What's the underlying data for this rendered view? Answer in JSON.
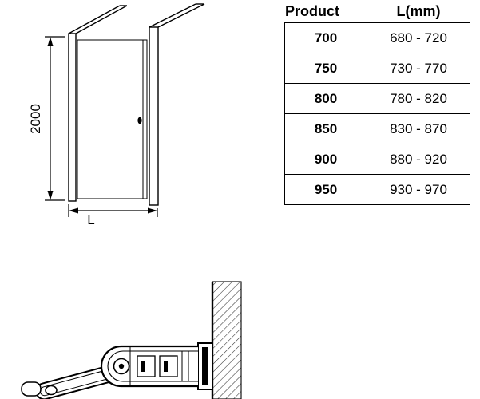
{
  "diagram": {
    "height_dimension_label": "2000",
    "width_dimension_label": "L"
  },
  "table": {
    "headers": [
      "Product",
      "L(mm)"
    ],
    "rows": [
      [
        "700",
        "680 - 720"
      ],
      [
        "750",
        "730 - 770"
      ],
      [
        "800",
        "780 - 820"
      ],
      [
        "850",
        "830 - 870"
      ],
      [
        "900",
        "880 - 920"
      ],
      [
        "950",
        "930 - 970"
      ]
    ]
  }
}
